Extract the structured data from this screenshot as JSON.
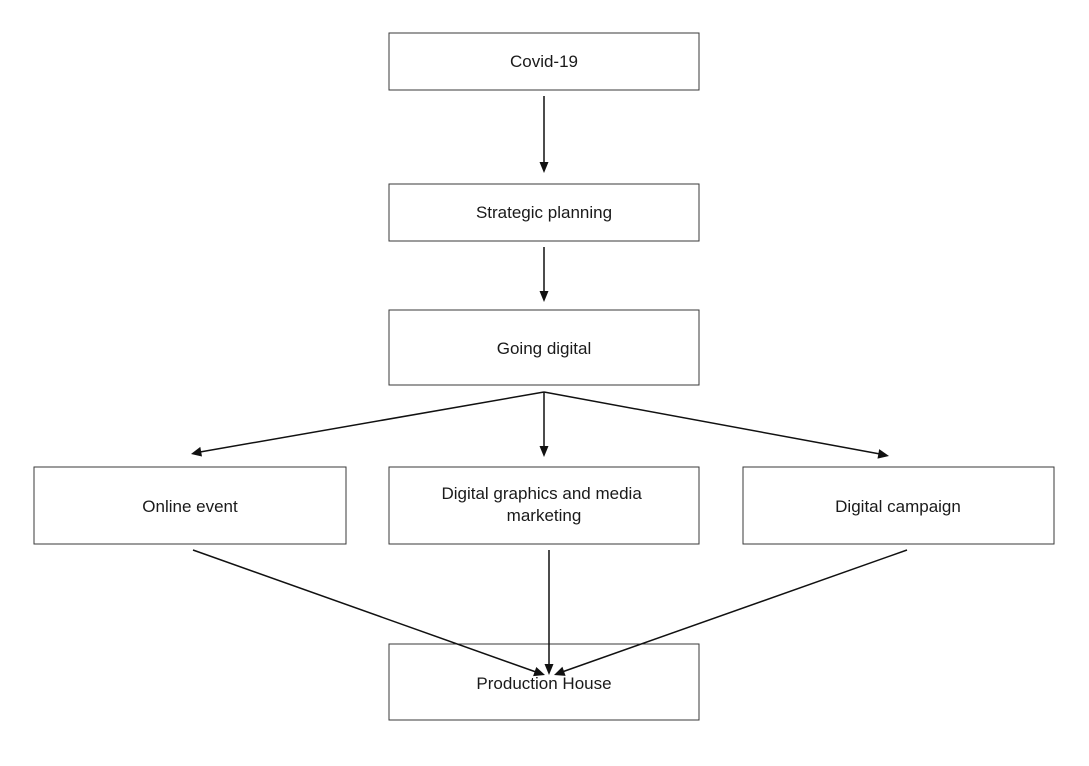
{
  "diagram": {
    "nodes": [
      {
        "id": "covid",
        "label": "Covid-19"
      },
      {
        "id": "planning",
        "label": "Strategic planning"
      },
      {
        "id": "digital",
        "label": "Going digital"
      },
      {
        "id": "online",
        "label": "Online event"
      },
      {
        "id": "graphics",
        "label": "Digital graphics and media marketing",
        "lines": [
          "Digital graphics and media",
          "marketing"
        ]
      },
      {
        "id": "campaign",
        "label": "Digital campaign"
      },
      {
        "id": "production",
        "label": "Production House"
      }
    ],
    "edges": [
      {
        "from": "covid",
        "to": "planning"
      },
      {
        "from": "planning",
        "to": "digital"
      },
      {
        "from": "digital",
        "to": "online"
      },
      {
        "from": "digital",
        "to": "graphics"
      },
      {
        "from": "digital",
        "to": "campaign"
      },
      {
        "from": "online",
        "to": "production"
      },
      {
        "from": "graphics",
        "to": "production"
      },
      {
        "from": "campaign",
        "to": "production"
      }
    ]
  }
}
